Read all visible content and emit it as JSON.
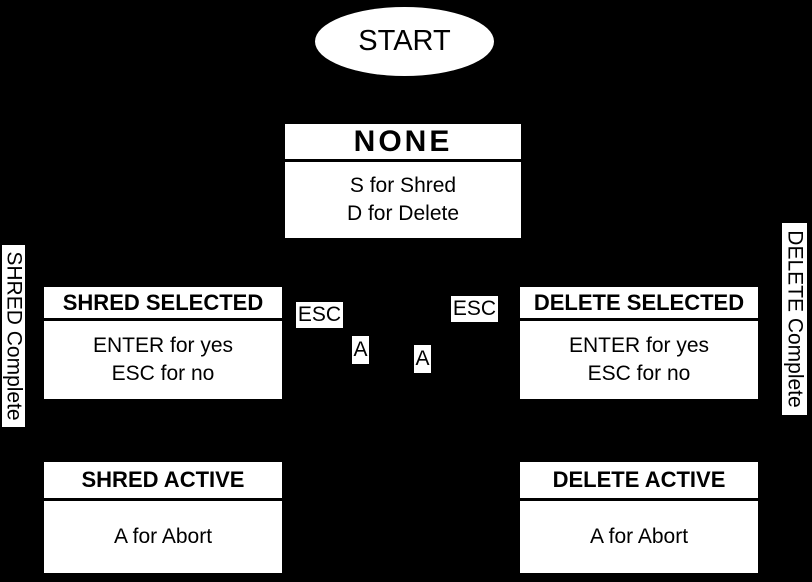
{
  "colors": {
    "background": "#000000",
    "node_fill": "#ffffff",
    "text": "#000000"
  },
  "start": {
    "label": "START"
  },
  "nodes": {
    "none": {
      "title": "NONE",
      "line1": "S for Shred",
      "line2": "D for Delete"
    },
    "shred_selected": {
      "title": "SHRED SELECTED",
      "line1": "ENTER for yes",
      "line2": "ESC for no"
    },
    "delete_selected": {
      "title": "DELETE SELECTED",
      "line1": "ENTER for yes",
      "line2": "ESC for no"
    },
    "shred_active": {
      "title": "SHRED ACTIVE",
      "line1": "A for Abort"
    },
    "delete_active": {
      "title": "DELETE ACTIVE",
      "line1": "A for Abort"
    }
  },
  "edge_labels": {
    "esc_left": "ESC",
    "esc_right": "ESC",
    "a_left": "A",
    "a_right": "A"
  },
  "side_labels": {
    "shred_complete": "SHRED Complete",
    "delete_complete": "DELETE Complete"
  }
}
